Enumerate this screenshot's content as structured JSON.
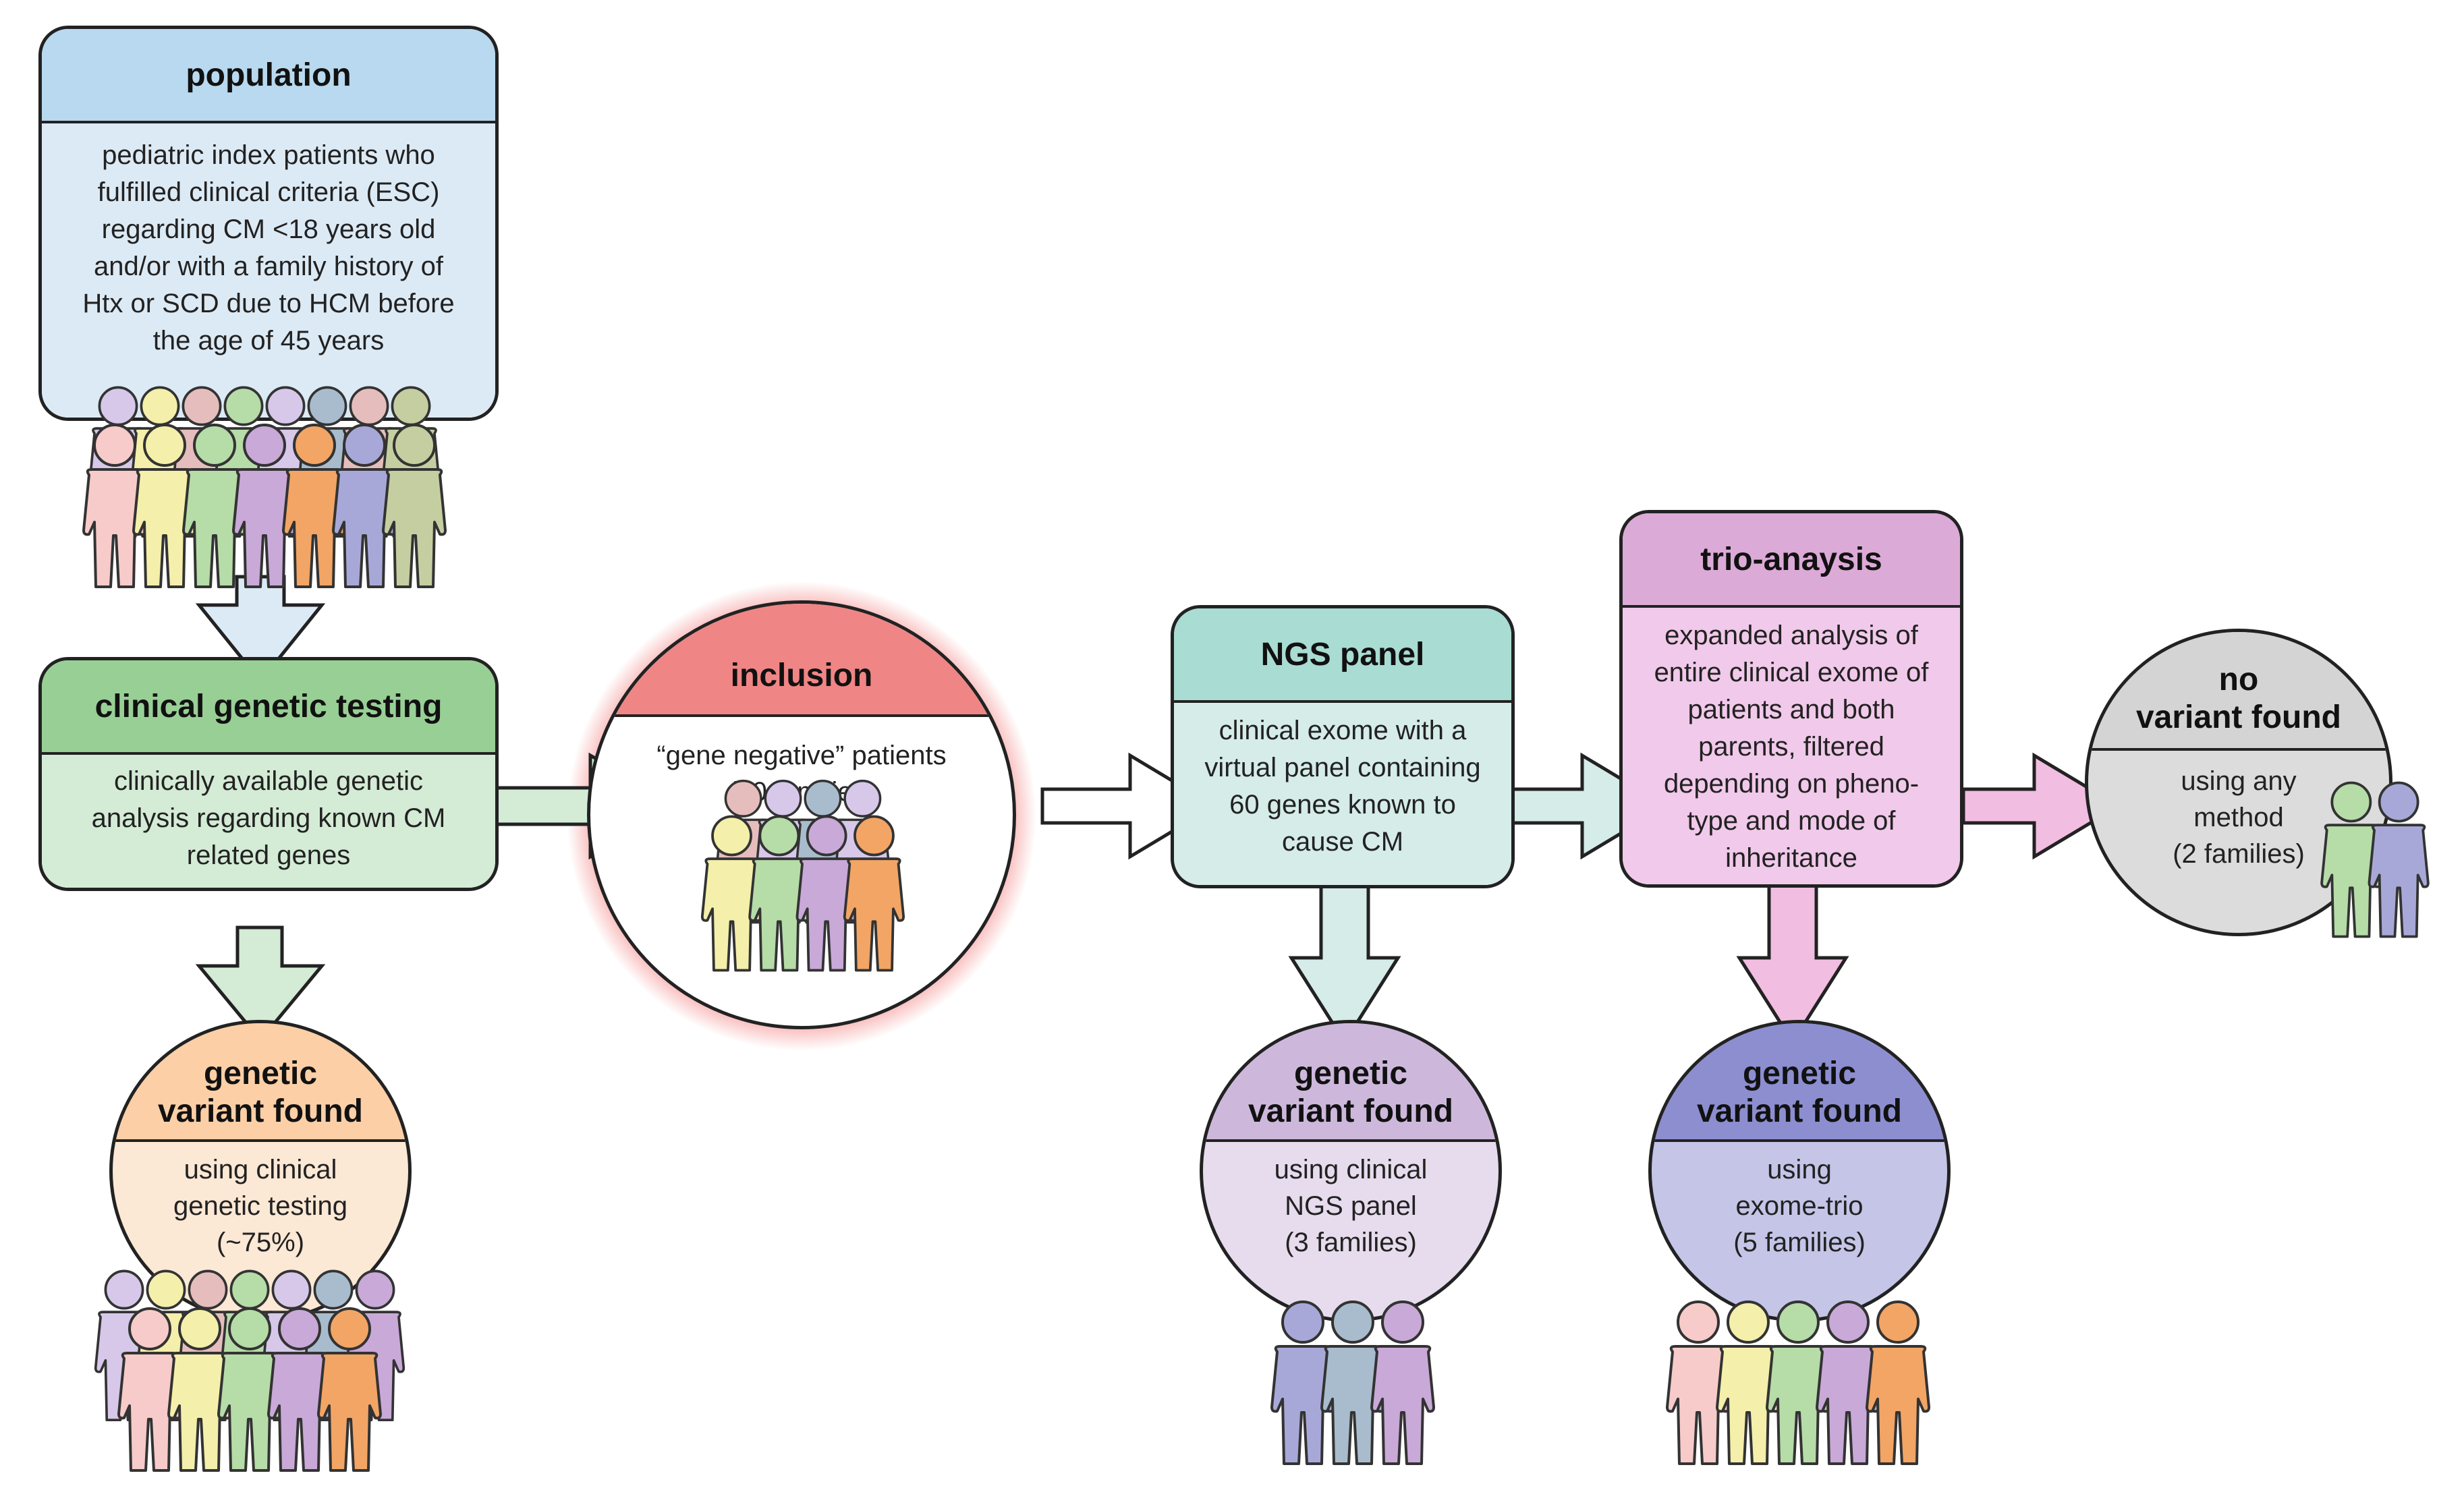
{
  "colors": {
    "outline": "#222222",
    "population": {
      "head": "#b8d9ef",
      "body": "#dceaf5"
    },
    "testing": {
      "head": "#98cf95",
      "body": "#d4ebd5"
    },
    "found_testing": {
      "head": "#fccfa6",
      "body": "#fbe8d5"
    },
    "inclusion": {
      "head": "#f08585",
      "body": "#ffffff",
      "glow": "#ef4b4b"
    },
    "ngs": {
      "head": "#a9dcd3",
      "body": "#d5ece9"
    },
    "found_ngs": {
      "head": "#cdb8dc",
      "body": "#e6dced"
    },
    "trio": {
      "head": "#dcaad7",
      "body": "#f1c9ea"
    },
    "found_trio": {
      "head": "#8c8ed0",
      "body": "#c4c5e7"
    },
    "no_variant": {
      "head": "#d4d4d4",
      "body": "#dcdcdc"
    },
    "arrow_blue": "#dceaf5",
    "arrow_green": "#d4ebd5",
    "arrow_teal": "#d5ece9",
    "arrow_pink": "#f1bde0",
    "people": [
      "#f7cbc9",
      "#f4efaa",
      "#b6dca8",
      "#c9a9d8",
      "#f2a565",
      "#a8a8d8",
      "#c5cea0",
      "#a9bccd",
      "#e6bdbd",
      "#d7c8ea"
    ]
  },
  "population": {
    "title": "population",
    "lines": [
      "pediatric index patients who",
      "fulfilled clinical criteria (ESC)",
      "regarding CM <18 years old",
      "and/or with a family history of",
      "Htx  or SCD due to HCM before",
      "the age of 45 years"
    ]
  },
  "clinical_testing": {
    "title": "clinical genetic testing",
    "lines": [
      "clinically available genetic",
      "analysis regarding known CM",
      "related genes"
    ]
  },
  "found_clinical": {
    "title_lines": [
      "genetic",
      "variant found"
    ],
    "lines": [
      "using clinical",
      "genetic testing",
      "(~75%)"
    ]
  },
  "inclusion": {
    "title": "inclusion",
    "lines": [
      "“gene negative” patients",
      "(10 families)"
    ]
  },
  "ngs_panel": {
    "title": "NGS panel",
    "lines": [
      "clinical exome with a",
      "virtual panel containing",
      "60 genes known to",
      "cause CM"
    ]
  },
  "found_ngs": {
    "title_lines": [
      "genetic",
      "variant found"
    ],
    "lines": [
      "using clinical",
      "NGS panel",
      "(3 families)"
    ]
  },
  "trio": {
    "title": "trio-anaysis",
    "lines": [
      "expanded analysis of",
      "entire clinical exome of",
      "patients and both",
      "parents, filtered",
      "depending on pheno-",
      "type and mode of",
      "inheritance"
    ]
  },
  "found_trio": {
    "title_lines": [
      "genetic",
      "variant found"
    ],
    "lines": [
      "using",
      "exome-trio",
      "(5 families)"
    ]
  },
  "no_variant": {
    "title_lines": [
      "no",
      "variant found"
    ],
    "lines": [
      "using any",
      "method",
      "(2 families)"
    ]
  }
}
